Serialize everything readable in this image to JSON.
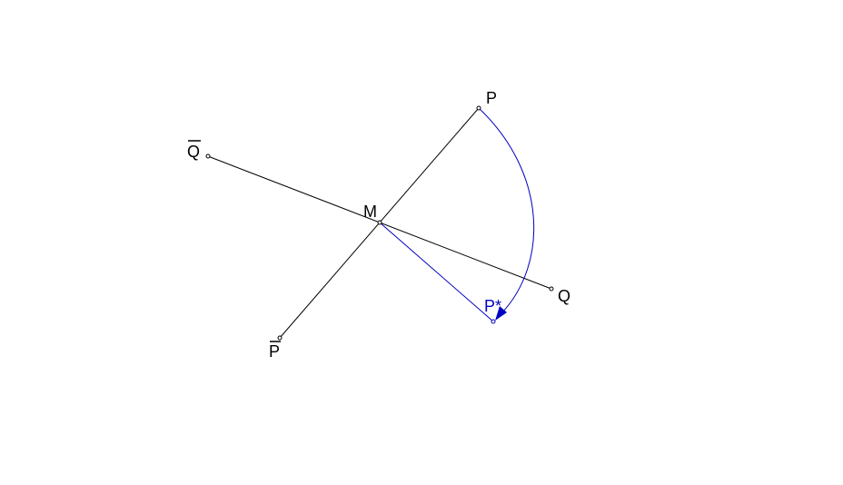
{
  "labels": {
    "P": "P",
    "Q": "Q",
    "M": "M",
    "Q_bar": "Q",
    "P_bar": "P",
    "P_star": "P*"
  },
  "colors": {
    "line": "#000000",
    "rotation": "#0000c0"
  }
}
